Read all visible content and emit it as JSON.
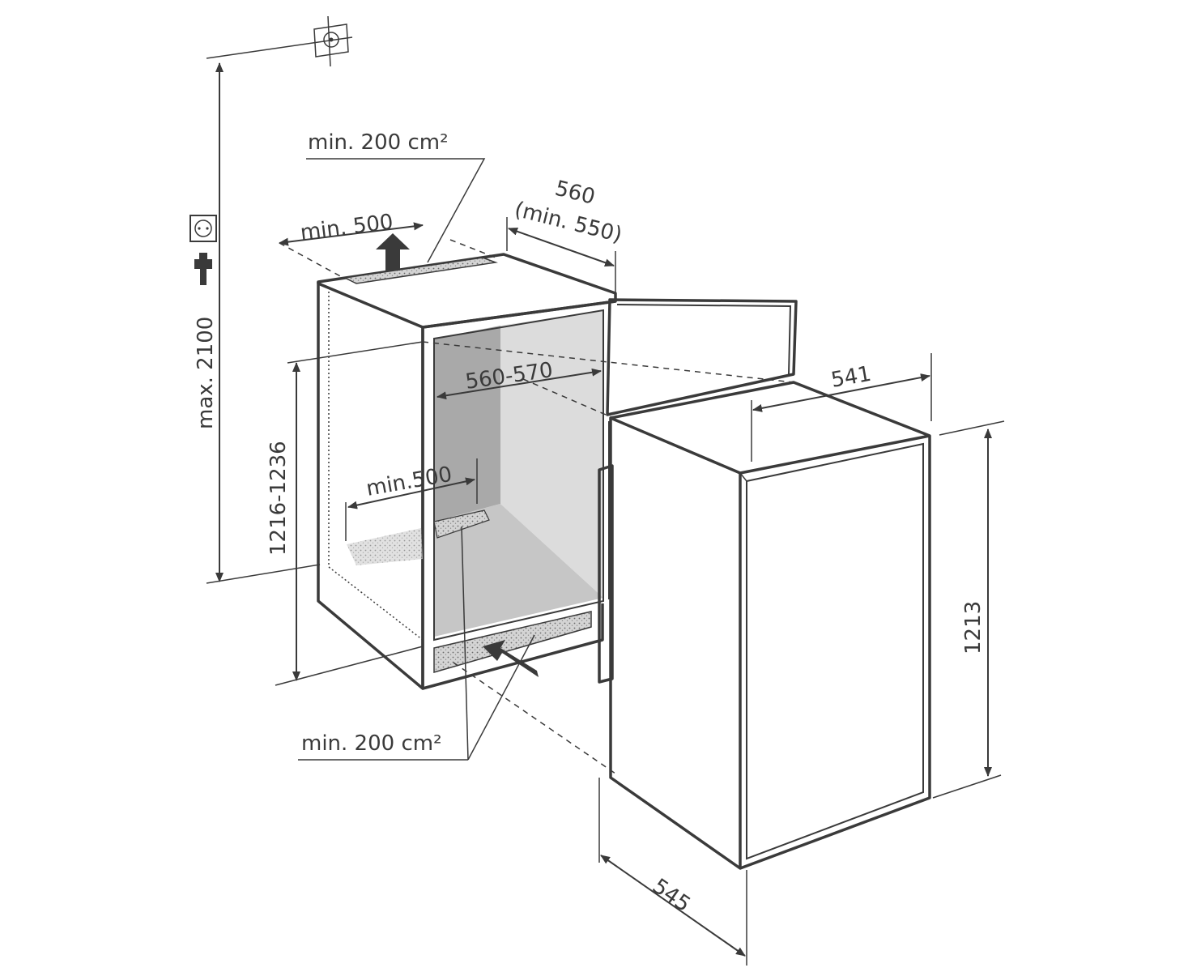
{
  "labels": {
    "vent_top_area": "min. 200 cm²",
    "vent_top_depth": "min. 500",
    "niche_width": "560",
    "niche_width_min": "(min. 550)",
    "niche_inner_width": "560-570",
    "max_height": "max. 2100",
    "niche_height": "1216-1236",
    "vent_bottom_depth": "min.500",
    "vent_bottom_area": "min. 200 cm²",
    "appliance_width": "541",
    "appliance_height": "1213",
    "appliance_depth": "545"
  },
  "icons": [
    "ceiling-socket-icon",
    "wall-socket-icon",
    "power-plug-icon",
    "airflow-arrow-icon"
  ],
  "colors": {
    "line": "#3a3a3a",
    "niche_shade_dark": "#a9a9a9",
    "niche_shade_light": "#dcdcdc",
    "vent_fill": "#d4d4d4",
    "background": "#ffffff"
  }
}
